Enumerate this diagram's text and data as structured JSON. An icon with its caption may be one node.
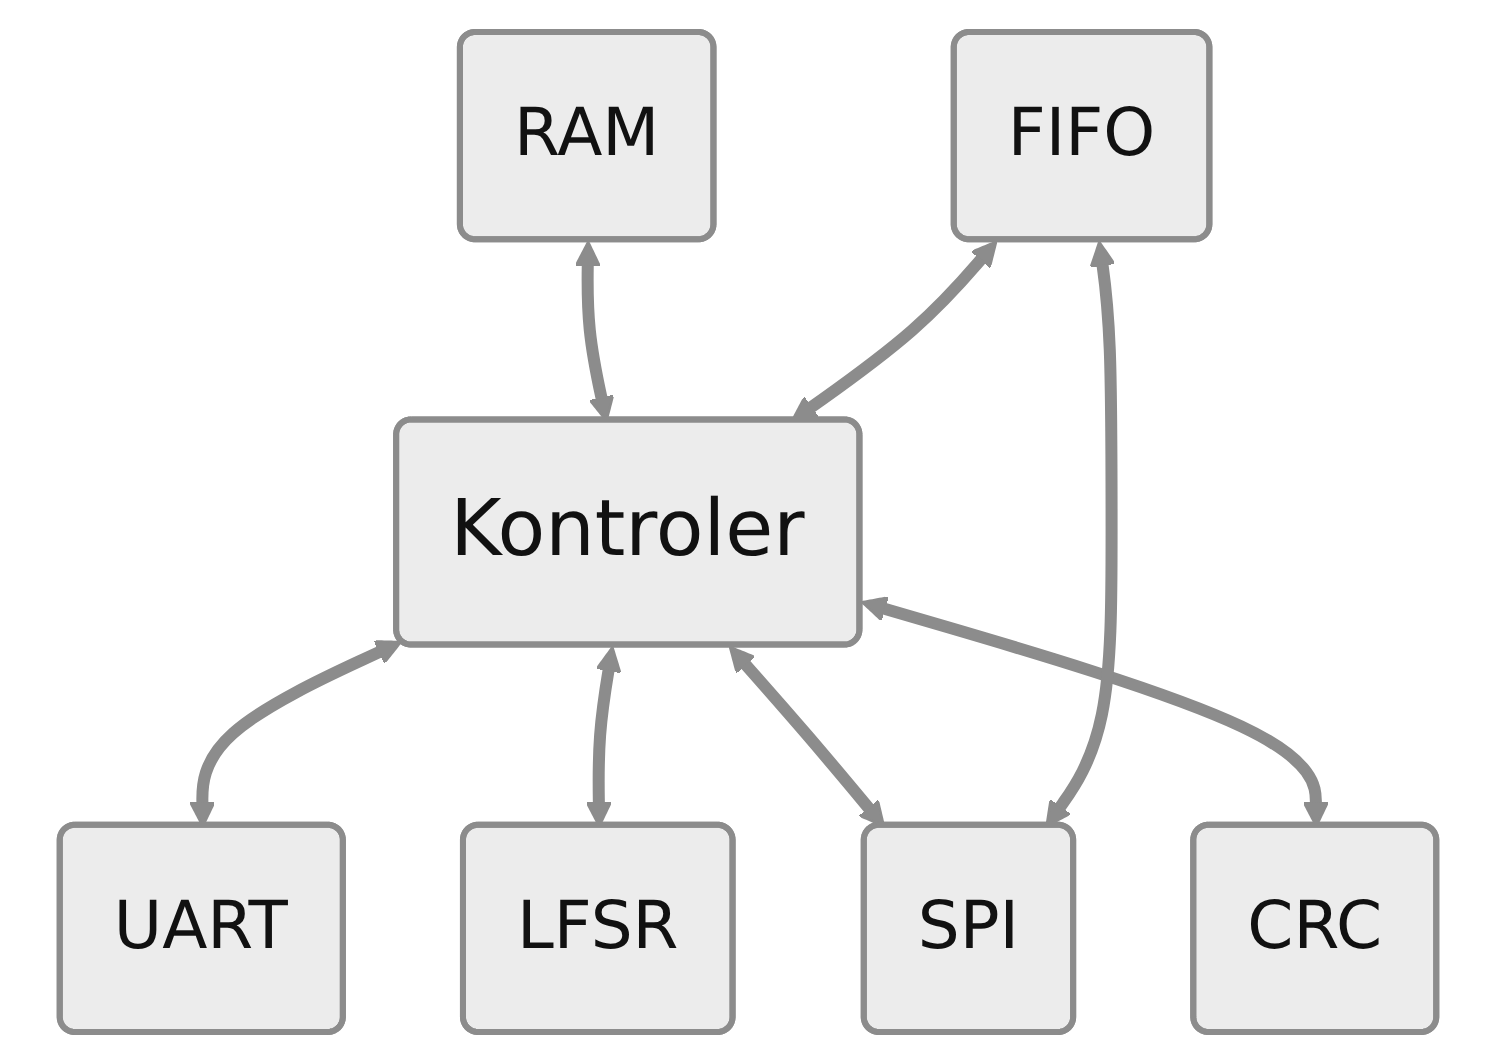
{
  "diagram": {
    "nodes": [
      {
        "text": [
          "RAM"
        ]
      },
      {
        "text": [
          "FIFO"
        ]
      },
      {
        "text": [
          "UART"
        ]
      },
      {
        "text": [
          "Kontroler"
        ]
      },
      {
        "text": [
          "SPI"
        ]
      },
      {
        "text": [
          "LFSR"
        ]
      },
      {
        "text": [
          "CRC"
        ]
      }
    ],
    "edges": [
      {
        "from": 0,
        "to": 3,
        "arrow": "both"
      },
      {
        "from": 1,
        "to": 3,
        "arrow": "both"
      },
      {
        "from": 3,
        "to": 2,
        "arrow": "both"
      },
      {
        "from": 3,
        "to": 5,
        "arrow": "both"
      },
      {
        "from": 3,
        "to": 4,
        "arrow": "both"
      },
      {
        "from": 3,
        "to": 6,
        "arrow": "both"
      },
      {
        "from": 1,
        "to": 4,
        "arrow": "both"
      }
    ]
  }
}
